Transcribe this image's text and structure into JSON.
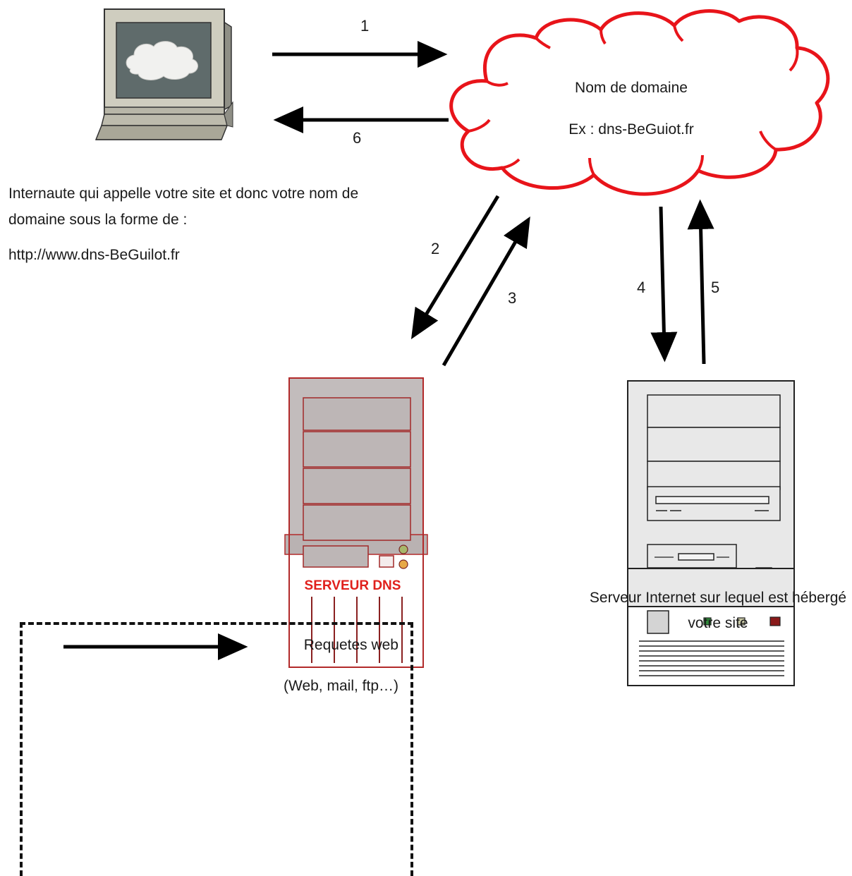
{
  "cloud": {
    "title": "Nom de domaine",
    "example": "Ex : dns-BeGuiot.fr"
  },
  "client": {
    "description": "Internaute qui appelle votre site et donc votre nom de domaine sous la forme de :",
    "url": "http://www.dns-BeGuilot.fr"
  },
  "dns_server": {
    "label": "SERVEUR DNS",
    "label_color": "#e0201c"
  },
  "web_server": {
    "label": "Serveur Internet sur lequel est hébergé votre site"
  },
  "steps": {
    "s1": "1",
    "s2": "2",
    "s3": "3",
    "s4": "4",
    "s5": "5",
    "s6": "6"
  },
  "legend": {
    "requests": "Requetes web",
    "examples": "(Web, mail, ftp…)"
  },
  "colors": {
    "cloud_outline": "#e8141a",
    "dns_server_body": "#c2bcbc",
    "dns_server_outline": "#b22a2a",
    "web_server_body": "#e8e8e8",
    "arrow": "#000000",
    "led_green": "#2f8a3a",
    "led_red": "#8a1a1a"
  },
  "icons": {
    "client": "desktop-computer-icon",
    "dns": "server-tower-icon",
    "web": "server-tower-icon",
    "cloud": "cloud-icon"
  }
}
